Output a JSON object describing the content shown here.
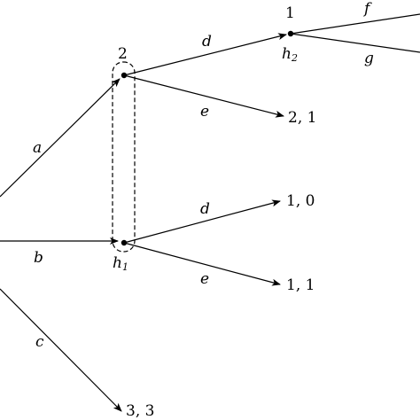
{
  "tree": {
    "players": {
      "player_2": "2",
      "player_1": "1"
    },
    "actions": {
      "a": "a",
      "b": "b",
      "c": "c",
      "d_upper": "d",
      "e_upper": "e",
      "d_lower": "d",
      "e_lower": "e",
      "f": "f",
      "g": "g"
    },
    "info_sets": {
      "h1_base": "h",
      "h1_sub": "1",
      "h2_base": "h",
      "h2_sub": "2"
    },
    "payoffs": {
      "upper_e": "2, 1",
      "lower_d": "1, 0",
      "lower_e": "1, 1",
      "c_end": "3, 3"
    }
  }
}
